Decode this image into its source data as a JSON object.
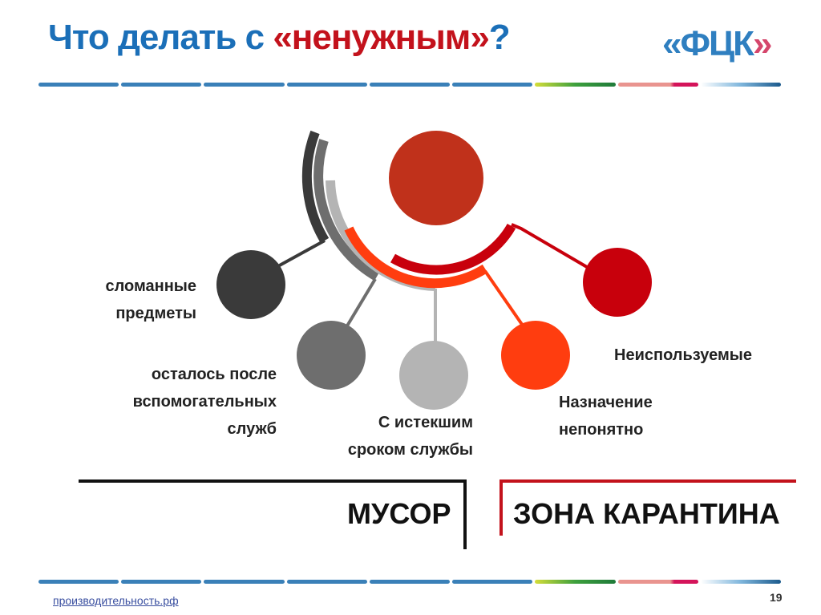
{
  "header": {
    "title_part1": "Что делать с ",
    "title_part2": "«ненужным»",
    "title_part3": "?",
    "logo_left": "«",
    "logo_main": "ФЦК",
    "logo_right": "»"
  },
  "diagram": {
    "items": [
      {
        "label_line1": "сломанные",
        "label_line2": "предметы",
        "color": "#3a3a3a"
      },
      {
        "label_line1": "осталось после",
        "label_line2": "вспомогательных",
        "label_line3": "служб",
        "color": "#6e6e6e"
      },
      {
        "label_line1": "С истекшим",
        "label_line2": "сроком службы",
        "color": "#b4b4b4"
      },
      {
        "label_line1": "Назначение",
        "label_line2": "непонятно",
        "color": "#ff3d0f"
      },
      {
        "label_line1": "Неиспользуемые",
        "color": "#c8000c"
      }
    ],
    "center_color": "#c0311b"
  },
  "categories": {
    "trash": "МУСОР",
    "quarantine": "ЗОНА КАРАНТИНА"
  },
  "footer": {
    "link": "производительность.рф",
    "page": "19"
  }
}
